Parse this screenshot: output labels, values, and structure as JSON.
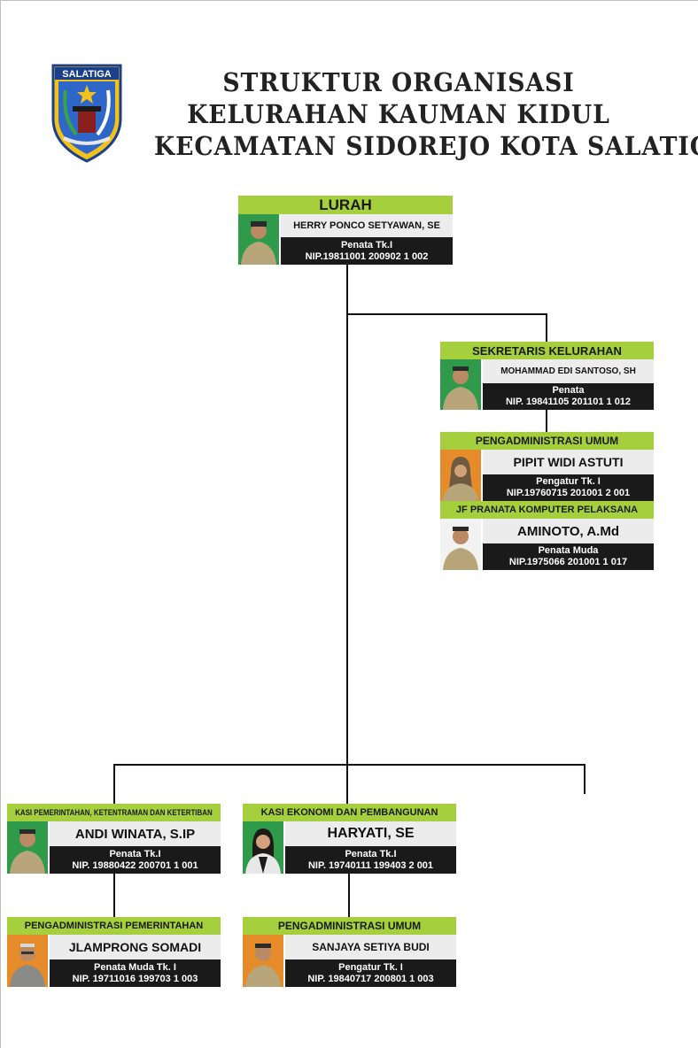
{
  "header": {
    "logo_text": "SALATIGA",
    "line1": "STRUKTUR ORGANISASI",
    "line2": "KELURAHAN KAUMAN KIDUL",
    "line3": "KECAMATAN  SIDOREJO KOTA SALATIGA"
  },
  "colors": {
    "header_green": "#a6cf3d",
    "info_dark": "#1a1a1a",
    "name_gray": "#ececec",
    "photo_green": "#2f9a4a",
    "photo_orange": "#e58b2a"
  },
  "lurah": {
    "title": "LURAH",
    "name": "HERRY PONCO SETYAWAN, SE",
    "rank": "Penata Tk.I",
    "nip": "NIP.19811001 200902 1 002"
  },
  "sekretaris": {
    "title": "SEKRETARIS KELURAHAN",
    "name": "MOHAMMAD EDI SANTOSO, SH",
    "rank": "Penata",
    "nip": "NIP. 19841105 201101 1 012"
  },
  "pengadministrasi_umum_sek": {
    "title": "PENGADMINISTRASI UMUM",
    "name": "PIPIT WIDI ASTUTI",
    "rank": "Pengatur Tk. I",
    "nip": "NIP.19760715 201001 2 001"
  },
  "jf_pranata": {
    "title": "JF PRANATA KOMPUTER PELAKSANA",
    "name": "AMINOTO, A.Md",
    "rank": "Penata Muda",
    "nip": "NIP.1975066 201001 1 017"
  },
  "kasi_pemerintahan": {
    "title": "KASI PEMERINTAHAN, KETENTRAMAN DAN KETERTIBAN",
    "name": "ANDI WINATA, S.IP",
    "rank": "Penata Tk.I",
    "nip": "NIP. 19880422 200701 1 001"
  },
  "kasi_ekonomi": {
    "title": "KASI EKONOMI DAN PEMBANGUNAN",
    "name": "HARYATI, SE",
    "rank": "Penata Tk.I",
    "nip": "NIP. 19740111 199403 2 001"
  },
  "pengadministrasi_pemerintahan": {
    "title": "PENGADMINISTRASI PEMERINTAHAN",
    "name": "JLAMPRONG SOMADI",
    "rank": "Penata Muda Tk. I",
    "nip": "NIP. 19711016 199703 1 003"
  },
  "pengadministrasi_umum_eko": {
    "title": "PENGADMINISTRASI UMUM",
    "name": "SANJAYA SETIYA BUDI",
    "rank": "Pengatur Tk. I",
    "nip": "NIP. 19840717 200801 1 003"
  }
}
